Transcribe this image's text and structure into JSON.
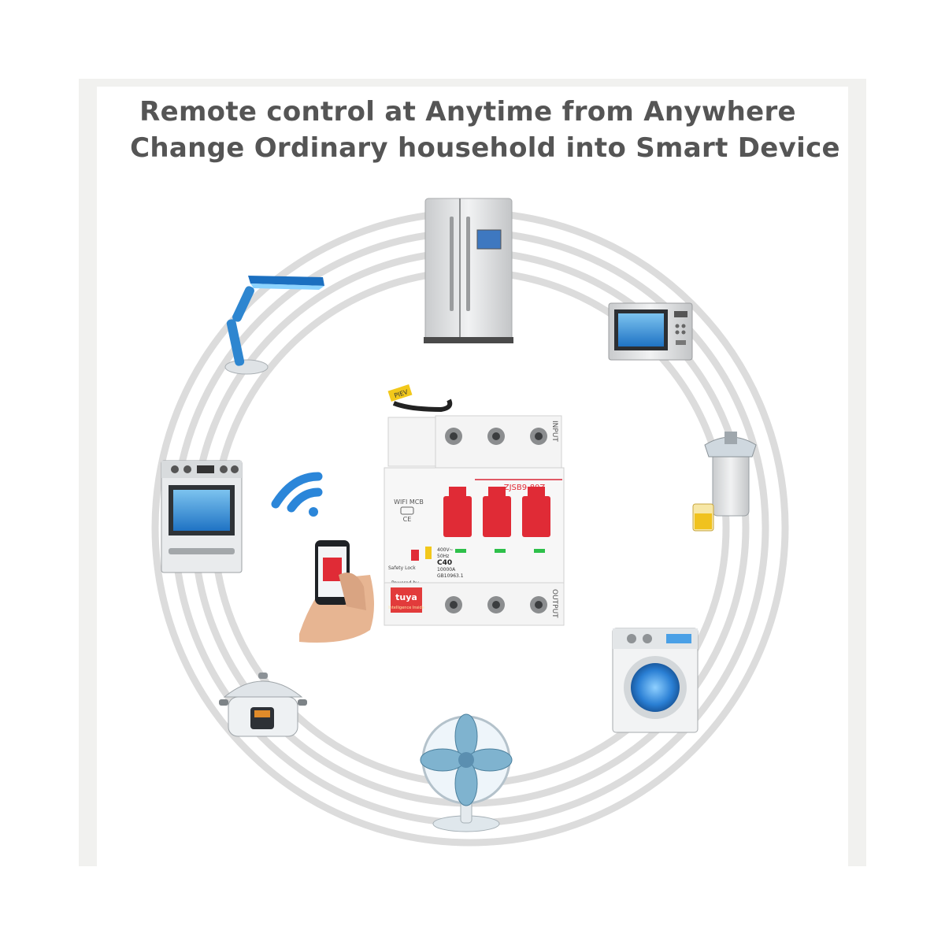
{
  "headline": {
    "line1": "Remote control at Anytime from Anywhere",
    "line2": "Change Ordinary household into Smart Device"
  },
  "breaker": {
    "model": "ZJSB9-80Z",
    "input_label": "INPUT",
    "output_label": "OUTPUT",
    "wifi_mcb_label": "WIFI MCB",
    "ce_mark": "CE",
    "voltage": "400V~",
    "frequency": "50Hz",
    "rating": "C40",
    "breaking_capacity": "10000A",
    "standard": "GB10963.1",
    "powered_by": "Powered by",
    "brand": "tuya",
    "brand_sub": "Intelligence Inside",
    "safety_lock": "Safety Lock",
    "tag_text": "PIEV"
  },
  "appliances": [
    "refrigerator-icon",
    "microwave-icon",
    "juicer-icon",
    "washing-machine-icon",
    "fan-icon",
    "rice-cooker-icon",
    "oven-icon",
    "desk-lamp-icon",
    "wifi-icon",
    "smartphone-icon"
  ],
  "colors": {
    "text": "#555555",
    "ring": "#dedede",
    "accent_blue": "#2b86d9",
    "breaker_red": "#e02b36"
  }
}
